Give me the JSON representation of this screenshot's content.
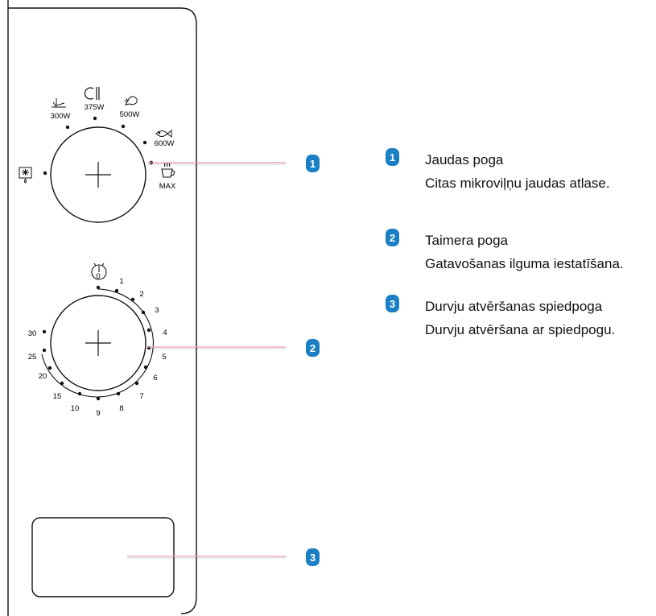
{
  "power_labels": {
    "defrost": "",
    "w300": "300W",
    "w375": "375W",
    "w500": "500W",
    "w600": "600W",
    "max": "MAX"
  },
  "timer_ticks": [
    "0",
    "1",
    "2",
    "3",
    "4",
    "5",
    "6",
    "7",
    "8",
    "9",
    "10",
    "15",
    "20",
    "25",
    "30"
  ],
  "badges": [
    "1",
    "2",
    "3"
  ],
  "legend": [
    {
      "number": "1",
      "title": "Jaudas poga",
      "description": "Citas mikroviļņu jaudas atlase."
    },
    {
      "number": "2",
      "title": "Taimera poga",
      "description": "Gatavošanas ilguma iestatīšana."
    },
    {
      "number": "3",
      "title": "Durvju atvēršanas spiedpoga",
      "description": "Durvju atvēršana ar spiedpogu."
    }
  ],
  "colors": {
    "badge": "#1a7fc4",
    "leader_line": "#e89bb4",
    "outline": "#111111"
  }
}
